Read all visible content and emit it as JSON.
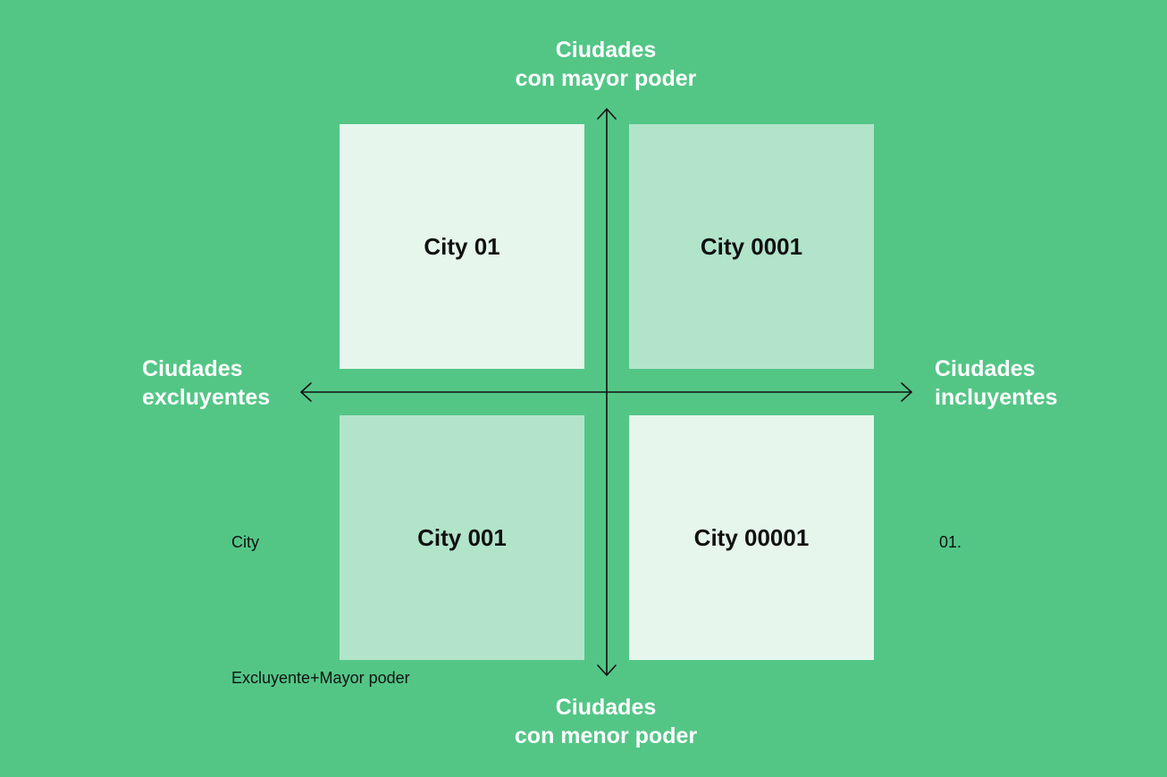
{
  "colors": {
    "background": "#53c686",
    "light_quadrant": "#e6f6ec",
    "medium_quadrant": "#b2e4ca",
    "axis": "#111111",
    "label": "#ffffff"
  },
  "axes": {
    "top": [
      "Ciudades",
      "con mayor poder"
    ],
    "bottom": [
      "Ciudades",
      "con menor poder"
    ],
    "left": [
      "Ciudades",
      "excluyentes"
    ],
    "right": [
      "Ciudades",
      "incluyentes"
    ]
  },
  "quadrants": {
    "top_left": "City 01",
    "top_right": "City 0001",
    "bottom_left": "City 001",
    "bottom_right": "City 00001"
  },
  "notes": {
    "left": "City",
    "right": "01.",
    "bottom": "Excluyente+Mayor poder"
  }
}
